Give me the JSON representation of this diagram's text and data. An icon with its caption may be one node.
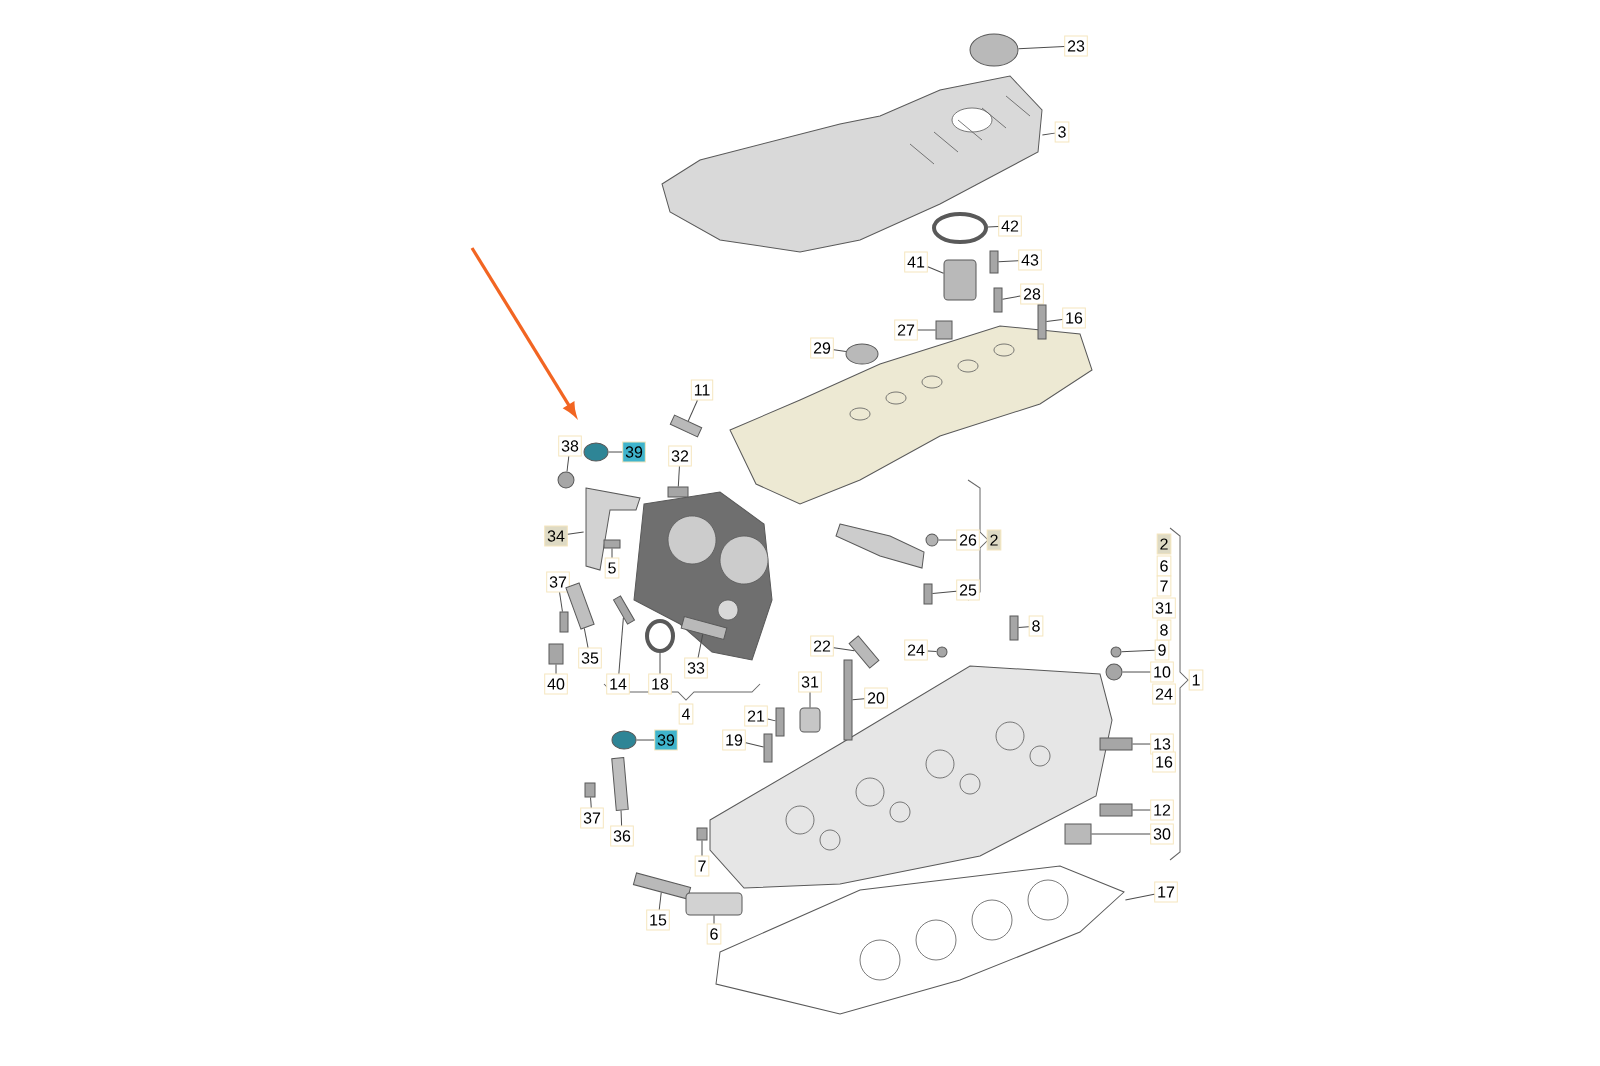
{
  "diagram": {
    "nodes": [
      {
        "text": [
          "23"
        ]
      },
      {
        "text": [
          "3"
        ]
      },
      {
        "text": [
          "42"
        ]
      },
      {
        "text": [
          "43"
        ]
      },
      {
        "text": [
          "41"
        ]
      },
      {
        "text": [
          "28"
        ]
      },
      {
        "text": [
          "16"
        ]
      },
      {
        "text": [
          "27"
        ]
      },
      {
        "text": [
          "29"
        ]
      },
      {
        "text": [
          "11"
        ]
      },
      {
        "text": [
          "38"
        ]
      },
      {
        "text": [
          "39"
        ]
      },
      {
        "text": [
          "32"
        ]
      },
      {
        "text": [
          "34"
        ]
      },
      {
        "text": [
          "26"
        ]
      },
      {
        "text": [
          "5"
        ]
      },
      {
        "text": [
          "37"
        ]
      },
      {
        "text": [
          "25"
        ]
      },
      {
        "text": [
          "8"
        ]
      },
      {
        "text": [
          "22"
        ]
      },
      {
        "text": [
          "24"
        ]
      },
      {
        "text": [
          "9"
        ]
      },
      {
        "text": [
          "35"
        ]
      },
      {
        "text": [
          "33"
        ]
      },
      {
        "text": [
          "10"
        ]
      },
      {
        "text": [
          "31"
        ]
      },
      {
        "text": [
          "40"
        ]
      },
      {
        "text": [
          "14"
        ]
      },
      {
        "text": [
          "18"
        ]
      },
      {
        "text": [
          "20"
        ]
      },
      {
        "text": [
          "21"
        ]
      },
      {
        "text": [
          "39"
        ]
      },
      {
        "text": [
          "19"
        ]
      },
      {
        "text": [
          "13"
        ]
      },
      {
        "text": [
          "12"
        ]
      },
      {
        "text": [
          "37"
        ]
      },
      {
        "text": [
          "30"
        ]
      },
      {
        "text": [
          "36"
        ]
      },
      {
        "text": [
          "7"
        ]
      },
      {
        "text": [
          "17"
        ]
      },
      {
        "text": [
          "15"
        ]
      },
      {
        "text": [
          "6"
        ]
      },
      {
        "text": [
          "2"
        ]
      },
      {
        "text": [
          "2"
        ]
      },
      {
        "text": [
          "6"
        ]
      },
      {
        "text": [
          "7"
        ]
      },
      {
        "text": [
          "31"
        ]
      },
      {
        "text": [
          "8"
        ]
      },
      {
        "text": [
          "1"
        ]
      },
      {
        "text": [
          "24"
        ]
      },
      {
        "text": [
          "4"
        ]
      },
      {
        "text": [
          "16"
        ]
      },
      {
        "text": [],
        "shape": "circle"
      },
      {
        "text": [],
        "shape": "picture"
      },
      {
        "text": [],
        "shape": "circle"
      },
      {
        "text": [],
        "shape": "bar"
      },
      {
        "text": [],
        "shape": "cylinder"
      },
      {
        "text": [],
        "shape": "bar"
      },
      {
        "text": [],
        "shape": "bar"
      },
      {
        "text": [],
        "shape": "box"
      },
      {
        "text": [],
        "shape": "circle"
      },
      {
        "text": [],
        "shape": "bar"
      },
      {
        "text": [],
        "shape": "circle"
      },
      {
        "text": [],
        "shape": "circle"
      },
      {
        "text": [],
        "shape": "bar"
      },
      {
        "text": [],
        "shape": "picture"
      },
      {
        "text": [],
        "shape": "circle"
      },
      {
        "text": [],
        "shape": "bar"
      },
      {
        "text": [],
        "shape": "bar"
      },
      {
        "text": [],
        "shape": "bar"
      },
      {
        "text": [],
        "shape": "bar"
      },
      {
        "text": [],
        "shape": "bar"
      },
      {
        "text": [],
        "shape": "circle"
      },
      {
        "text": [],
        "shape": "circle"
      },
      {
        "text": [],
        "shape": "bar"
      },
      {
        "text": [],
        "shape": "bar"
      },
      {
        "text": [],
        "shape": "circle"
      },
      {
        "text": [],
        "shape": "cylinder"
      },
      {
        "text": [],
        "shape": "box"
      },
      {
        "text": [],
        "shape": "bar"
      },
      {
        "text": [],
        "shape": "circle"
      },
      {
        "text": [],
        "shape": "bar"
      },
      {
        "text": [],
        "shape": "bar"
      },
      {
        "text": [],
        "shape": "circle"
      },
      {
        "text": [],
        "shape": "bar"
      },
      {
        "text": [],
        "shape": "bar"
      },
      {
        "text": [],
        "shape": "bar"
      },
      {
        "text": [],
        "shape": "bar"
      },
      {
        "text": [],
        "shape": "box"
      },
      {
        "text": [],
        "shape": "bar"
      },
      {
        "text": [],
        "shape": "bar"
      },
      {
        "text": [],
        "shape": "picture"
      },
      {
        "text": [],
        "shape": "bar"
      },
      {
        "text": [],
        "shape": "cylinder"
      }
    ],
    "edges": [
      {
        "from": 0,
        "to": 52,
        "arrow": "none"
      },
      {
        "from": 1,
        "to": 53,
        "arrow": "none"
      },
      {
        "from": 2,
        "to": 54,
        "arrow": "none"
      },
      {
        "from": 3,
        "to": 55,
        "arrow": "none"
      },
      {
        "from": 4,
        "to": 56,
        "arrow": "none"
      },
      {
        "from": 5,
        "to": 57,
        "arrow": "none"
      },
      {
        "from": 6,
        "to": 58,
        "arrow": "none"
      },
      {
        "from": 7,
        "to": 59,
        "arrow": "none"
      },
      {
        "from": 8,
        "to": 60,
        "arrow": "none"
      },
      {
        "from": 9,
        "to": 61,
        "arrow": "none"
      },
      {
        "from": 10,
        "to": 62,
        "arrow": "none"
      },
      {
        "from": 11,
        "to": 63,
        "arrow": "none"
      },
      {
        "from": 12,
        "to": 64,
        "arrow": "none"
      },
      {
        "from": 13,
        "to": 65,
        "arrow": "none"
      },
      {
        "from": 14,
        "to": 66,
        "arrow": "none"
      },
      {
        "from": 15,
        "to": 67,
        "arrow": "none"
      },
      {
        "from": 16,
        "to": 68,
        "arrow": "none"
      },
      {
        "from": 17,
        "to": 69,
        "arrow": "none"
      },
      {
        "from": 18,
        "to": 70,
        "arrow": "none"
      },
      {
        "from": 19,
        "to": 71,
        "arrow": "none"
      },
      {
        "from": 20,
        "to": 72,
        "arrow": "none"
      },
      {
        "from": 21,
        "to": 73,
        "arrow": "none"
      },
      {
        "from": 22,
        "to": 74,
        "arrow": "none"
      },
      {
        "from": 23,
        "to": 75,
        "arrow": "none"
      },
      {
        "from": 24,
        "to": 76,
        "arrow": "none"
      },
      {
        "from": 25,
        "to": 77,
        "arrow": "none"
      },
      {
        "from": 26,
        "to": 78,
        "arrow": "none"
      },
      {
        "from": 27,
        "to": 79,
        "arrow": "none"
      },
      {
        "from": 28,
        "to": 80,
        "arrow": "none"
      },
      {
        "from": 29,
        "to": 81,
        "arrow": "none"
      },
      {
        "from": 30,
        "to": 82,
        "arrow": "none"
      },
      {
        "from": 31,
        "to": 83,
        "arrow": "none"
      },
      {
        "from": 32,
        "to": 84,
        "arrow": "none"
      },
      {
        "from": 33,
        "to": 85,
        "arrow": "none"
      },
      {
        "from": 34,
        "to": 86,
        "arrow": "none"
      },
      {
        "from": 35,
        "to": 87,
        "arrow": "none"
      },
      {
        "from": 36,
        "to": 88,
        "arrow": "none"
      },
      {
        "from": 37,
        "to": 89,
        "arrow": "none"
      },
      {
        "from": 38,
        "to": 90,
        "arrow": "none"
      },
      {
        "from": 39,
        "to": 91,
        "arrow": "none"
      },
      {
        "from": 40,
        "to": 92,
        "arrow": "none"
      },
      {
        "from": 41,
        "to": 93,
        "arrow": "none"
      }
    ]
  }
}
